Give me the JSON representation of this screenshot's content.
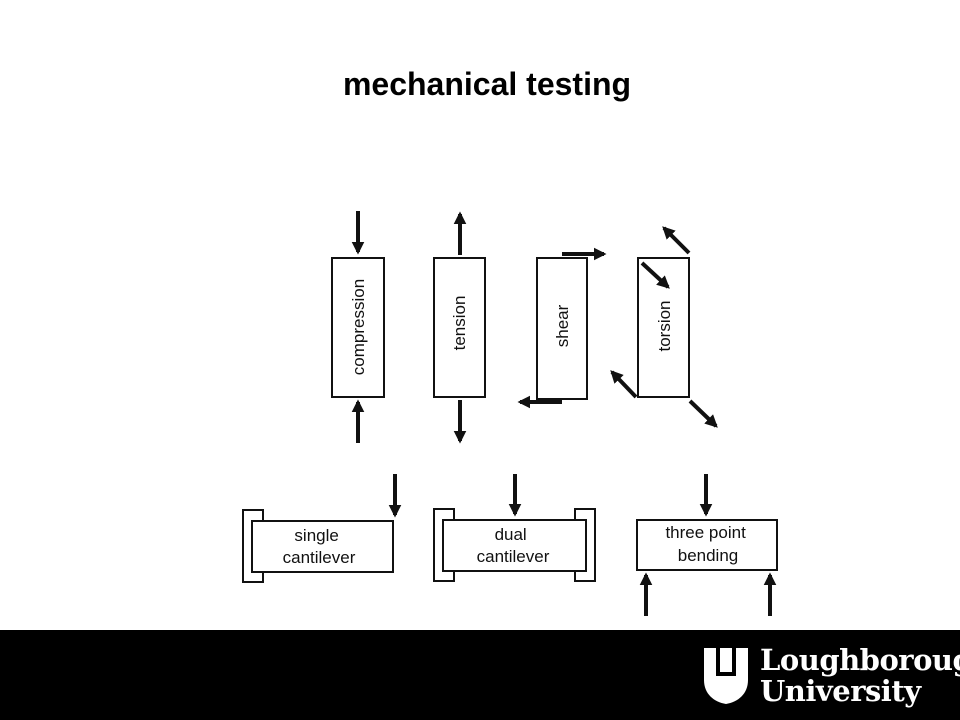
{
  "title": "mechanical testing",
  "diagram": {
    "tests": {
      "compression": "compression",
      "tension": "tension",
      "shear": "shear",
      "torsion": "torsion",
      "single_cantilever": [
        "single",
        "cantilever"
      ],
      "dual_cantilever": [
        "dual",
        "cantilever"
      ],
      "three_point_bending": [
        "three point",
        "bending"
      ]
    }
  },
  "footer": {
    "logo_line1": "Loughborough",
    "logo_line2": "University",
    "background": "#000000"
  }
}
